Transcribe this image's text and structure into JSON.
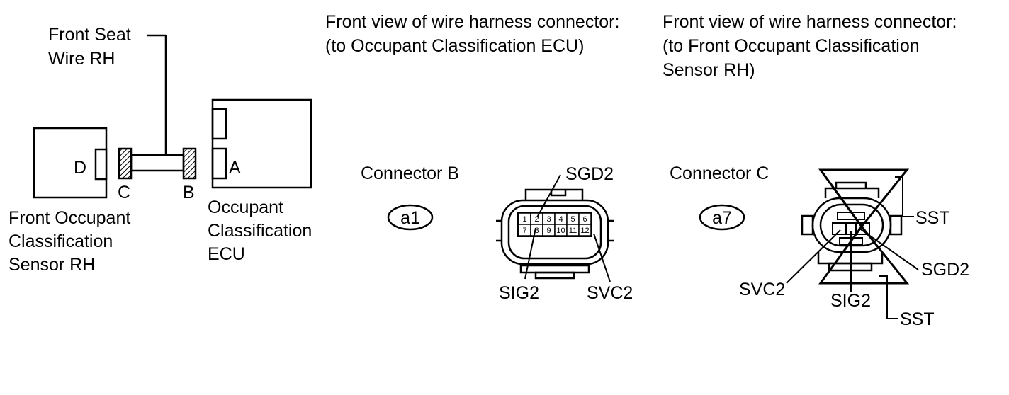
{
  "components": {
    "sensor_title": [
      "Front Occupant",
      "Classification",
      "Sensor RH"
    ],
    "ecu_title": [
      "Occupant",
      "Classification",
      "ECU"
    ],
    "wire_title": [
      "Front Seat",
      "Wire RH"
    ],
    "sensor_connector": "D",
    "ecu_connector": "A",
    "wire_end_c": "C",
    "wire_end_b": "B"
  },
  "front_view_b": {
    "heading": [
      "Front view of wire harness connector:",
      "(to Occupant Classification ECU)"
    ],
    "connector_label": "Connector B",
    "code": "a1",
    "pins_top": [
      "1",
      "2",
      "3",
      "4",
      "5",
      "6"
    ],
    "pins_bottom": [
      "7",
      "8",
      "9",
      "10",
      "11",
      "12"
    ],
    "callouts": {
      "sgd2": "SGD2",
      "sig2": "SIG2",
      "svc2": "SVC2"
    }
  },
  "front_view_c": {
    "heading": [
      "Front view of wire harness connector:",
      "(to Front Occupant Classification",
      "Sensor RH)"
    ],
    "connector_label": "Connector C",
    "code": "a7",
    "callouts": {
      "sst_top": "SST",
      "sgd2": "SGD2",
      "svc2": "SVC2",
      "sig2": "SIG2",
      "sst_bottom": "SST"
    }
  }
}
